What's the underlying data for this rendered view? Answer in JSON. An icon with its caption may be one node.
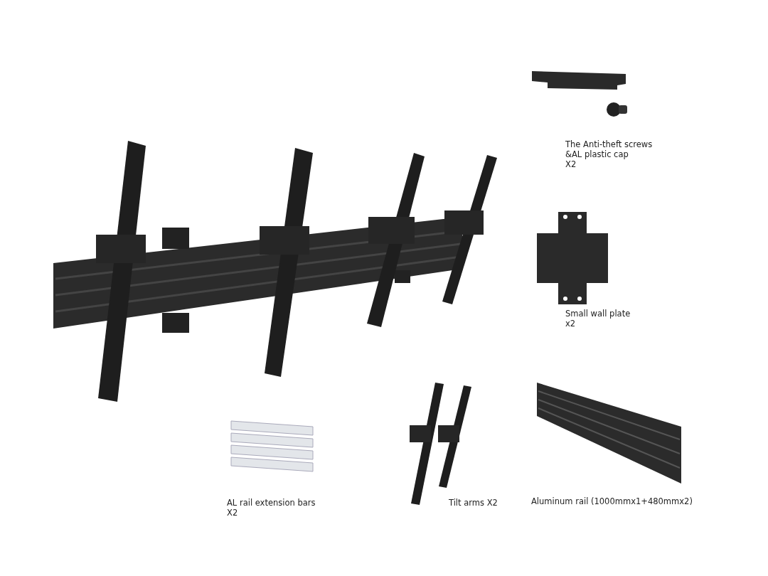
{
  "diagram": {
    "labels": [
      "The Anti-theft screws &AL plastic cap",
      "X2",
      "Small wall plate",
      "x2",
      "AL rail extension bars",
      "X2",
      "Tilt arms X2",
      "Aluminum rail (1000mmx1+480mmx2)"
    ]
  }
}
